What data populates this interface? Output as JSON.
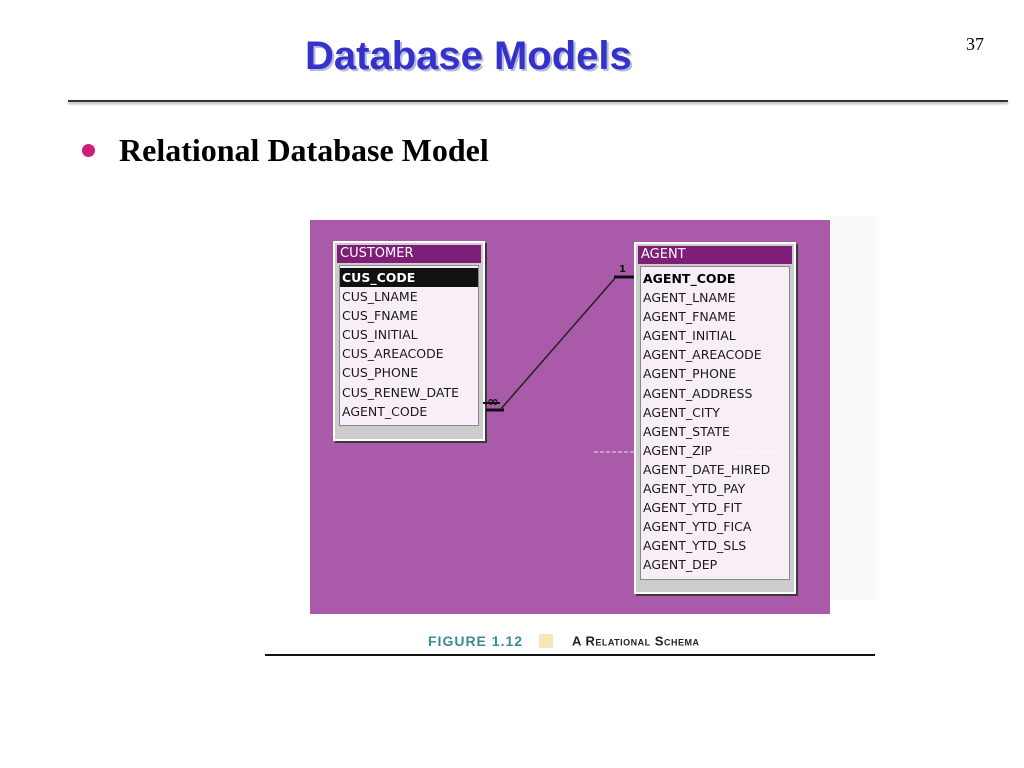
{
  "slide": {
    "title": "Database Models",
    "page_number": "37",
    "bullet": "Relational Database Model"
  },
  "colors": {
    "title": "#3333cc",
    "bullet": "#cc1f7a",
    "figure_background": "#a95aa8",
    "table_header": "#7f1e79",
    "caption_figure": "#3c8a97"
  },
  "diagram": {
    "customer": {
      "name": "CUSTOMER",
      "fields": [
        "CUS_CODE",
        "CUS_LNAME",
        "CUS_FNAME",
        "CUS_INITIAL",
        "CUS_AREACODE",
        "CUS_PHONE",
        "CUS_RENEW_DATE",
        "AGENT_CODE"
      ]
    },
    "agent": {
      "name": "AGENT",
      "fields": [
        "AGENT_CODE",
        "AGENT_LNAME",
        "AGENT_FNAME",
        "AGENT_INITIAL",
        "AGENT_AREACODE",
        "AGENT_PHONE",
        "AGENT_ADDRESS",
        "AGENT_CITY",
        "AGENT_STATE",
        "AGENT_ZIP",
        "AGENT_DATE_HIRED",
        "AGENT_YTD_PAY",
        "AGENT_YTD_FIT",
        "AGENT_YTD_FICA",
        "AGENT_YTD_SLS",
        "AGENT_DEP"
      ]
    },
    "relationship": {
      "one_label": "1",
      "many_label": "∞"
    }
  },
  "caption": {
    "figure": "FIGURE 1.12",
    "text": "A Relational Schema"
  }
}
